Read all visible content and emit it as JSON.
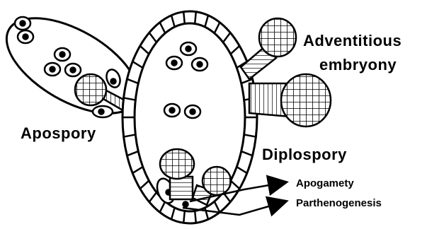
{
  "labels": {
    "adventitious_line1": "Adventitious",
    "adventitious_line2": "embryony",
    "apospory": "Apospory",
    "diplospory": "Diplospory",
    "apogamety": "Apogamety",
    "parthenogenesis": "Parthenogenesis"
  },
  "colors": {
    "ink": "#000000",
    "background": "#ffffff"
  }
}
